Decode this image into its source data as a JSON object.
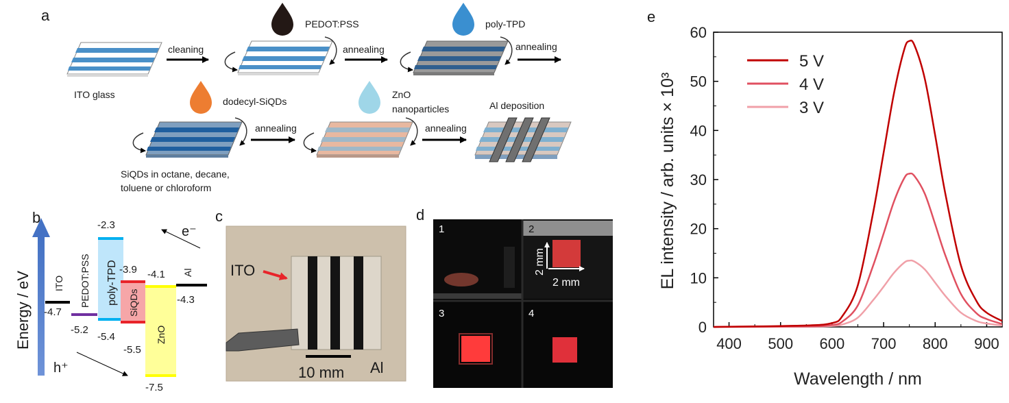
{
  "panels": {
    "a": {
      "letter": "a",
      "steps": {
        "ito_glass": "ITO glass",
        "cleaning": "cleaning",
        "pedot": "PEDOT:PSS",
        "annealing1": "annealing",
        "polytpd": "poly-TPD",
        "annealing2": "annealing",
        "sqd": "dodecyl-SiQDs",
        "annealing3": "annealing",
        "zno1": "ZnO",
        "zno2": "nanoparticles",
        "annealing4": "annealing",
        "al": "Al deposition",
        "solvent1": "SiQDs in octane, decane,",
        "solvent2": "toluene or chloroform"
      }
    },
    "b": {
      "letter": "b",
      "axis_label": "Energy / eV",
      "hole": "h⁺",
      "electron": "e⁻",
      "layers": {
        "ito": "ITO",
        "pedot": "PEDOT:PSS",
        "polytpd": "poly-TPD",
        "siqds": "SiQDs",
        "zno": "ZnO",
        "al": "Al"
      },
      "levels": {
        "ito": "-4.7",
        "pedot": "-5.2",
        "tpd_top": "-2.3",
        "tpd_bot": "-5.4",
        "sq_top": "-3.9",
        "sq_bot": "-5.5",
        "zno_top": "-4.1",
        "zno_bot": "-7.5",
        "al": "-4.3"
      },
      "colors": {
        "ito": "#000000",
        "pedot": "#7030a0",
        "polytpd": "#00b0f0",
        "siqds": "#e8242a",
        "zno": "#ffff00",
        "al": "#000000",
        "axis": "#4472c4"
      }
    },
    "c": {
      "letter": "c",
      "ito": "ITO",
      "scale": "10 mm",
      "al": "Al"
    },
    "d": {
      "letter": "d",
      "labels": [
        "1",
        "2",
        "3",
        "4"
      ],
      "dim1": "2 mm",
      "dim2": "2 mm"
    },
    "e": {
      "letter": "e"
    }
  },
  "chart_data": {
    "type": "line",
    "xlabel": "Wavelength / nm",
    "ylabel": "EL intensity / arb. units × 10³",
    "xlim": [
      370,
      930
    ],
    "ylim": [
      0,
      60
    ],
    "xticks": [
      400,
      500,
      600,
      700,
      800,
      900
    ],
    "yticks": [
      0,
      10,
      20,
      30,
      40,
      50,
      60
    ],
    "legend_position": "top-left",
    "grid": false,
    "series": [
      {
        "name": "5 V",
        "color": "#c00000",
        "peak_x": 750,
        "peak_y": 58.2,
        "x": [
          370,
          550,
          600,
          620,
          650,
          680,
          700,
          720,
          740,
          750,
          760,
          780,
          800,
          820,
          850,
          880,
          900,
          930
        ],
        "y": [
          0,
          0.3,
          0.8,
          2.2,
          8.5,
          23.5,
          35.5,
          47.5,
          56.5,
          58.2,
          57.3,
          50.5,
          39.0,
          27.0,
          12.5,
          5.3,
          2.9,
          1.2
        ]
      },
      {
        "name": "4 V",
        "color": "#e05060",
        "peak_x": 750,
        "peak_y": 31.2,
        "x": [
          370,
          550,
          600,
          620,
          650,
          680,
          700,
          720,
          740,
          750,
          760,
          780,
          800,
          820,
          850,
          880,
          900,
          930
        ],
        "y": [
          0,
          0.1,
          0.4,
          1.1,
          4.4,
          12.6,
          19.0,
          25.5,
          30.3,
          31.2,
          30.7,
          27.1,
          20.9,
          14.5,
          6.7,
          2.8,
          1.6,
          0.6
        ]
      },
      {
        "name": "3 V",
        "color": "#f0a0a8",
        "peak_x": 750,
        "peak_y": 13.5,
        "x": [
          370,
          550,
          600,
          620,
          650,
          680,
          700,
          720,
          740,
          750,
          760,
          780,
          800,
          820,
          850,
          880,
          900,
          930
        ],
        "y": [
          0,
          0.05,
          0.2,
          0.5,
          1.9,
          5.5,
          8.2,
          11.0,
          13.1,
          13.5,
          13.3,
          11.7,
          9.0,
          6.3,
          2.9,
          1.2,
          0.7,
          0.3
        ]
      }
    ]
  }
}
